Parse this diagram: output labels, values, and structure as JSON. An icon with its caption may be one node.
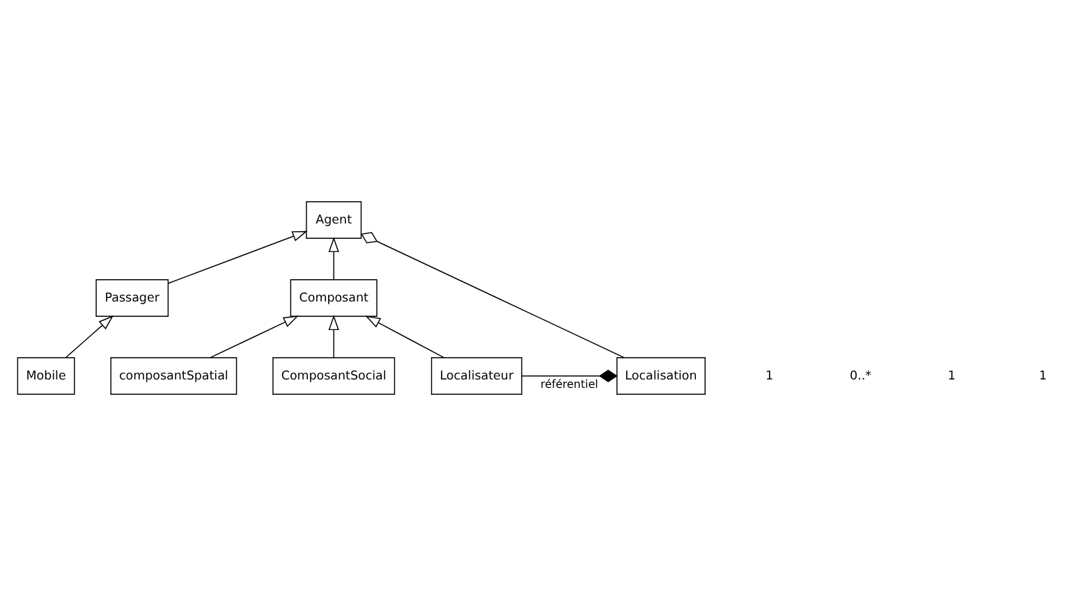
{
  "diagram": {
    "nodes": [
      {
        "text": [
          "Agent"
        ]
      },
      {
        "text": [
          "Passager"
        ]
      },
      {
        "text": [
          "Composant"
        ]
      },
      {
        "text": [
          "Mobile"
        ]
      },
      {
        "text": [
          "composantSpatial"
        ]
      },
      {
        "text": [
          "Localisation"
        ]
      },
      {
        "text": [
          "Localisateur"
        ]
      },
      {
        "text": [
          "ComposantSocial"
        ]
      }
    ],
    "edges": [
      {
        "from": 1,
        "to": 0,
        "arrow": "to"
      },
      {
        "from": 2,
        "to": 0,
        "arrow": "to"
      },
      {
        "from": 3,
        "to": 1,
        "arrow": "to"
      },
      {
        "from": 6,
        "to": 2,
        "arrow": "to"
      },
      {
        "from": 7,
        "to": 2,
        "arrow": "to"
      },
      {
        "from": 4,
        "to": 2,
        "arrow": "to"
      },
      {
        "from": 5,
        "to": 0,
        "arrow": "other"
      },
      {
        "from": 6,
        "to": 5,
        "arrow": "other",
        "label": "référentiel"
      }
    ],
    "labels": [
      "1",
      "0..*",
      "1",
      "1"
    ]
  }
}
